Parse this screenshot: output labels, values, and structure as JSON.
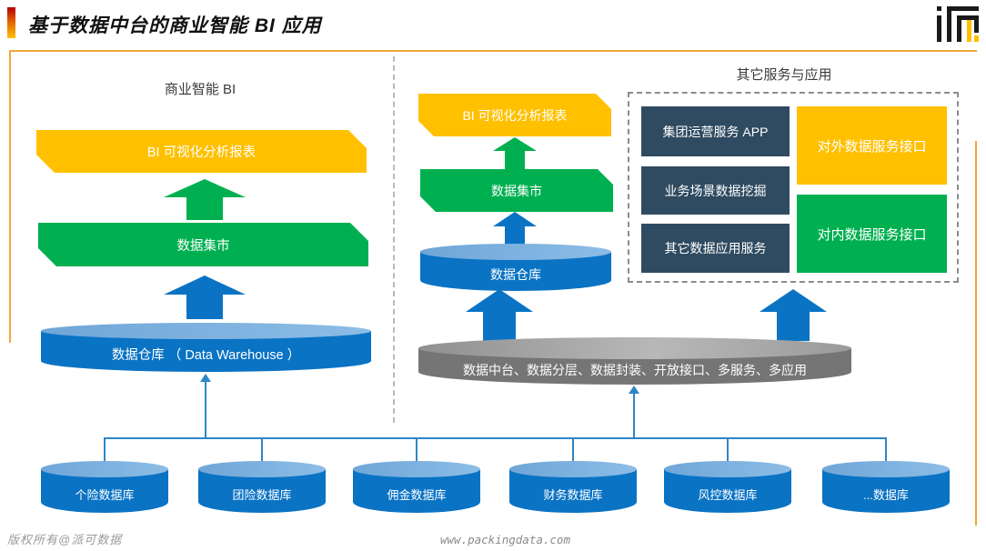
{
  "header": {
    "title": "基于数据中台的商业智能 BI 应用"
  },
  "bi_section": {
    "heading": "商业智能 BI",
    "report_banner": "BI 可视化分析报表",
    "mart_banner": "数据集市",
    "warehouse_cylinder": "数据仓库 （ Data Warehouse ）"
  },
  "mid_section": {
    "report_banner": "BI 可视化分析报表",
    "mart_banner": "数据集市",
    "warehouse_cylinder": "数据仓库"
  },
  "services_section": {
    "heading": "其它服务与应用",
    "boxes": [
      "集团运营服务 APP",
      "业务场景数据挖掘",
      "其它数据应用服务"
    ],
    "external_box": "对外数据服务接口",
    "internal_box": "对内数据服务接口"
  },
  "platform": {
    "label": "数据中台、数据分层、数据封装、开放接口、多服务、多应用"
  },
  "databases": [
    "个险数据库",
    "团险数据库",
    "佣金数据库",
    "财务数据库",
    "风控数据库",
    "...数据库"
  ],
  "footer": {
    "copyright": "版权所有@派可数据",
    "website": "www.packingdata.com"
  },
  "colors": {
    "yellow": "#FFC000",
    "green": "#00B050",
    "blue": "#0A73C4",
    "blue_light": "#7FB2DF",
    "dark_box": "#2F4B61",
    "gray": "#767676",
    "connector": "#2E86C8",
    "frame": "#F2A73B"
  }
}
